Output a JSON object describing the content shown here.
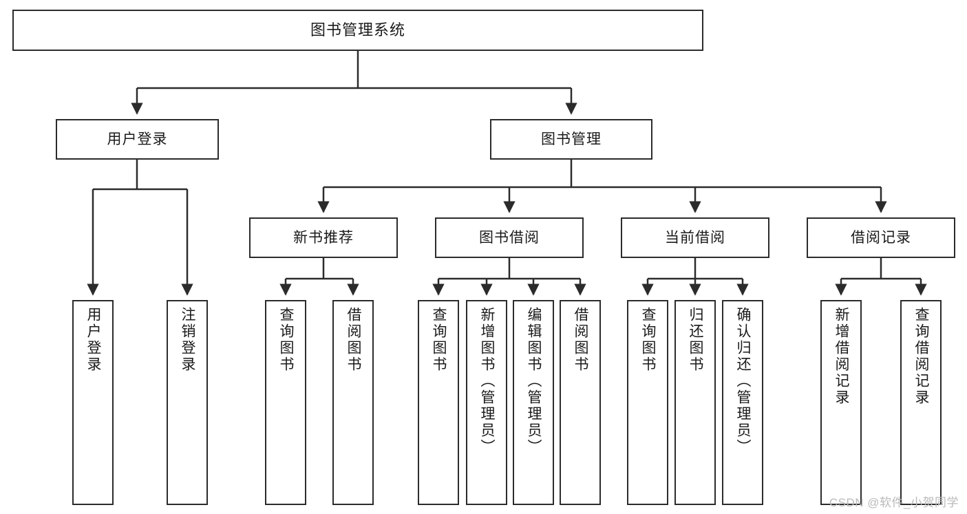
{
  "diagram": {
    "title": "图书管理系统",
    "type": "tree-hierarchy-diagram",
    "root": {
      "id": "root",
      "label": "图书管理系统"
    },
    "level2": [
      {
        "id": "user-login",
        "label": "用户登录"
      },
      {
        "id": "book-management",
        "label": "图书管理"
      }
    ],
    "level3": [
      {
        "id": "new-book-recommend",
        "label": "新书推荐",
        "parent": "book-management"
      },
      {
        "id": "book-borrow",
        "label": "图书借阅",
        "parent": "book-management"
      },
      {
        "id": "current-borrow",
        "label": "当前借阅",
        "parent": "book-management"
      },
      {
        "id": "borrow-record",
        "label": "借阅记录",
        "parent": "book-management"
      }
    ],
    "leaves": [
      {
        "id": "leaf-user-login",
        "label": "用户登录",
        "parent": "user-login"
      },
      {
        "id": "leaf-logout",
        "label": "注销登录",
        "parent": "user-login"
      },
      {
        "id": "leaf-query-book-1",
        "label": "查询图书",
        "parent": "new-book-recommend"
      },
      {
        "id": "leaf-borrow-book-1",
        "label": "借阅图书",
        "parent": "new-book-recommend"
      },
      {
        "id": "leaf-query-book-2",
        "label": "查询图书",
        "parent": "book-borrow"
      },
      {
        "id": "leaf-add-book",
        "label": "新增图书（管理员）",
        "parent": "book-borrow"
      },
      {
        "id": "leaf-edit-book",
        "label": "编辑图书（管理员）",
        "parent": "book-borrow"
      },
      {
        "id": "leaf-borrow-book-2",
        "label": "借阅图书",
        "parent": "book-borrow"
      },
      {
        "id": "leaf-query-book-3",
        "label": "查询图书",
        "parent": "current-borrow"
      },
      {
        "id": "leaf-return-book",
        "label": "归还图书",
        "parent": "current-borrow"
      },
      {
        "id": "leaf-confirm-return",
        "label": "确认归还（管理员）",
        "parent": "current-borrow"
      },
      {
        "id": "leaf-add-record",
        "label": "新增借阅记录",
        "parent": "borrow-record"
      },
      {
        "id": "leaf-query-record",
        "label": "查询借阅记录",
        "parent": "borrow-record"
      }
    ],
    "watermark": "CSDN @软件_小贺同学",
    "colors": {
      "stroke": "#2b2b2b",
      "background": "#ffffff",
      "text": "#1a1a1a",
      "watermark": "#b9b9b9"
    }
  }
}
